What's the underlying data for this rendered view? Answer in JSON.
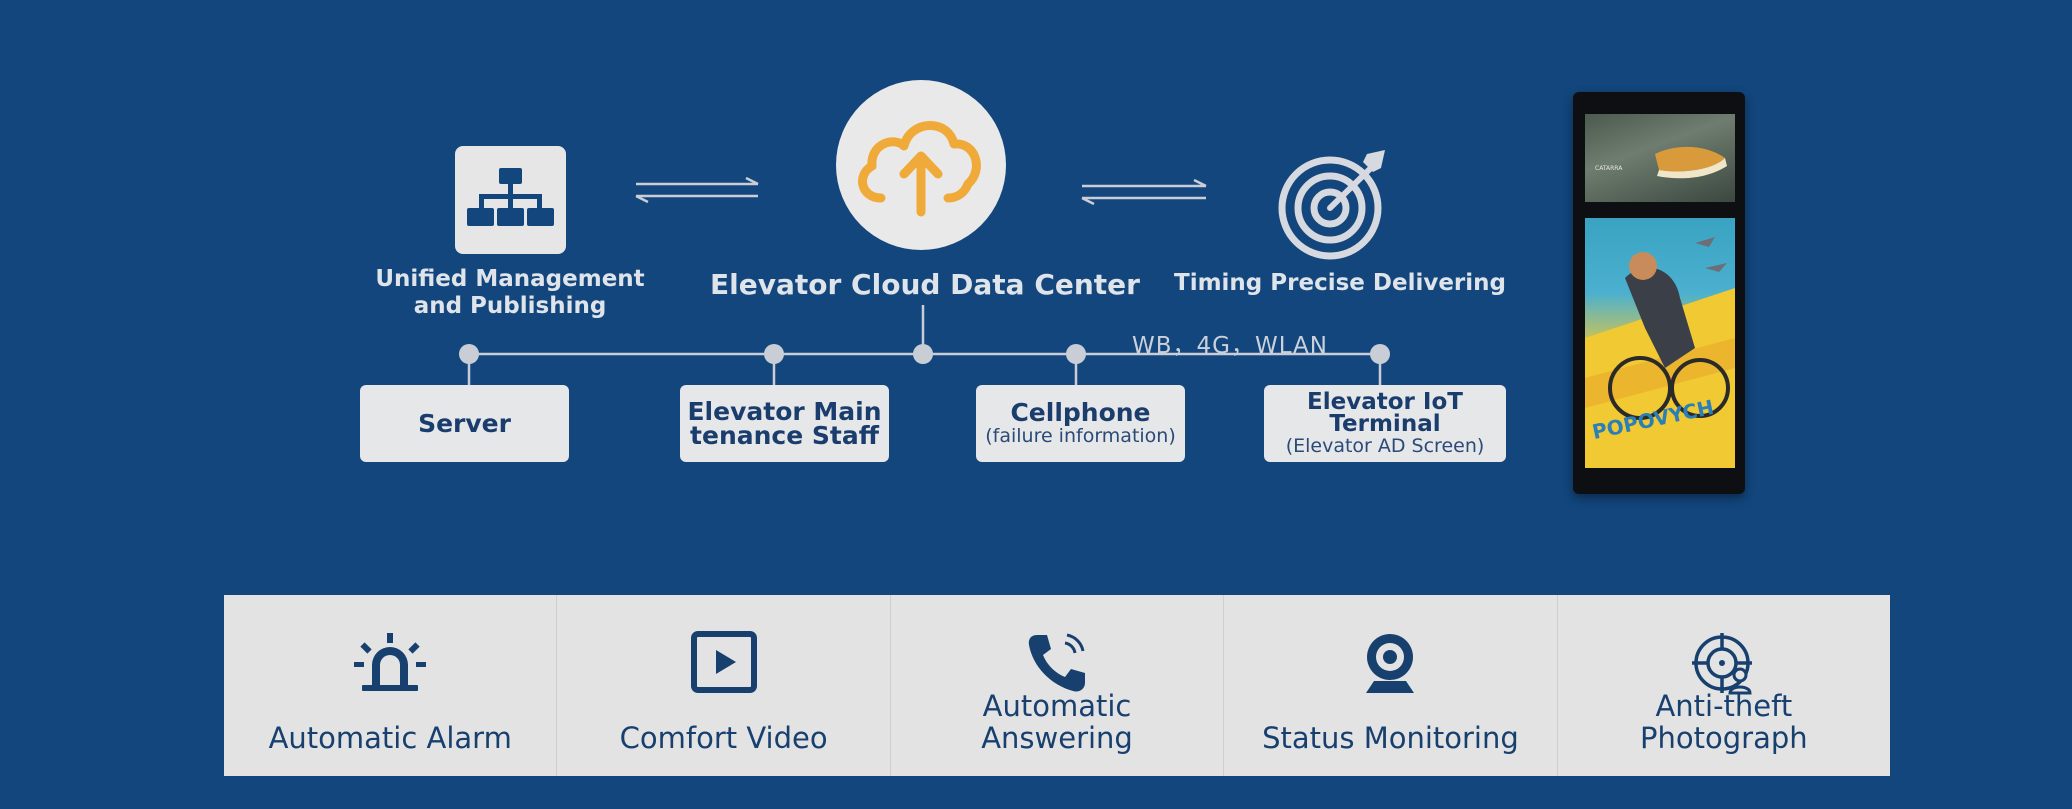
{
  "diagram": {
    "management": {
      "label_line1": "Unified Management",
      "label_line2": "and Publishing",
      "icon": "hierarchy-icon"
    },
    "cloud": {
      "label": "Elevator Cloud Data Center",
      "icon": "cloud-upload-icon"
    },
    "timing": {
      "label": "Timing Precise Delivering",
      "icon": "target-icon"
    },
    "network": {
      "label": "WB，4G，WLAN"
    },
    "nodes": {
      "server": {
        "title": "Server"
      },
      "staff": {
        "title_line1": "Elevator Main",
        "title_line2": "tenance Staff"
      },
      "cellphone": {
        "title": "Cellphone",
        "subtitle": "(failure information)"
      },
      "iot": {
        "title_line1": "Elevator IoT",
        "title_line2": "Terminal",
        "subtitle": "(Elevator AD Screen)"
      }
    },
    "screen_text": {
      "brand": "CATARRA",
      "poster": "POPOVYCH"
    }
  },
  "features": [
    {
      "label": "Automatic Alarm",
      "icon": "alarm-siren-icon"
    },
    {
      "label": "Comfort Video",
      "icon": "play-video-icon"
    },
    {
      "label_line1": "Automatic",
      "label_line2": "Answering",
      "icon": "phone-call-icon"
    },
    {
      "label": "Status Monitoring",
      "icon": "webcam-icon"
    },
    {
      "label_line1": "Anti-theft",
      "label_line2": "Photograph",
      "icon": "crosshair-user-icon"
    }
  ],
  "colors": {
    "background": "#12467c",
    "panel": "#e4e3e4",
    "accent": "#f0aa3a",
    "text_dark": "#17406f"
  }
}
